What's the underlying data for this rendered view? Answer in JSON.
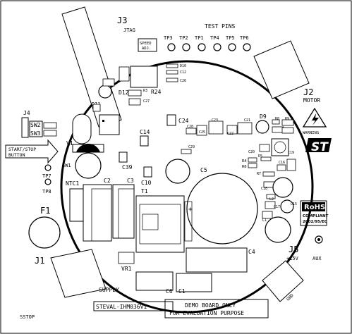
{
  "board": {
    "labels": {
      "j3": "J3",
      "jtag": "JTAG",
      "speed_adj_1": "SPEED",
      "speed_adj_2": "ADJ.",
      "test_pins": "TEST PINS",
      "tp3": "TP3",
      "tp2": "TP2",
      "tp1": "TP1",
      "tp4": "TP4",
      "tp5": "TP5",
      "tp6": "TP6",
      "j2": "J2",
      "motor": "MOTOR",
      "warning": "WARNING",
      "j4": "J4",
      "sw2": "SW2",
      "sw3": "SW3",
      "start_stop_1": "START/STOP",
      "start_stop_2": "BUTTON",
      "sw1": "SW1",
      "tp7": "TP7",
      "tp8": "TP8",
      "ntc1": "NTC1",
      "c2": "C2",
      "c3": "C3",
      "t1": "T1",
      "c5": "C5",
      "c39": "C39",
      "c10": "C10",
      "c14": "C14",
      "c24": "C24",
      "d9": "D9",
      "d11": "D11",
      "d12": "D12",
      "r24": "R24",
      "r4": "R4",
      "v1": "V1",
      "f1": "F1",
      "j1": "J1",
      "vr1": "VR1",
      "supply": "SUPPLY",
      "c6": "C6",
      "c1": "C1",
      "c4": "C4",
      "j5": "J5",
      "plus15v": "+15V",
      "aux": "AUX",
      "gnd": "GND",
      "rohs_1": "RoHS",
      "rohs_2": "COMPLIANT",
      "rohs_3": "2002/95/EC",
      "steval": "STEVAL-IHM036V1",
      "demo_1": "DEMO BOARD ONLY",
      "demo_2": "FOR EVALUATION PURPOSE",
      "sstop": "SSTOP",
      "plus": "+"
    },
    "small_refs": {
      "d10": "D10",
      "c12": "C12",
      "c26": "C26",
      "r3": "R3",
      "c27": "C27",
      "c28": "C28",
      "c25": "C25",
      "c23": "C23",
      "c22": "C22",
      "c21": "C21",
      "r8": "R8",
      "r9": "R9",
      "c29": "C29",
      "c20": "C20",
      "r6": "R6",
      "r5": "R5",
      "r7": "R7",
      "c18": "C18",
      "c16": "C16",
      "l2": "L2",
      "c17": "C17",
      "c15": "C15",
      "c19": "C19",
      "l1": "L1"
    },
    "logo": "ST"
  }
}
